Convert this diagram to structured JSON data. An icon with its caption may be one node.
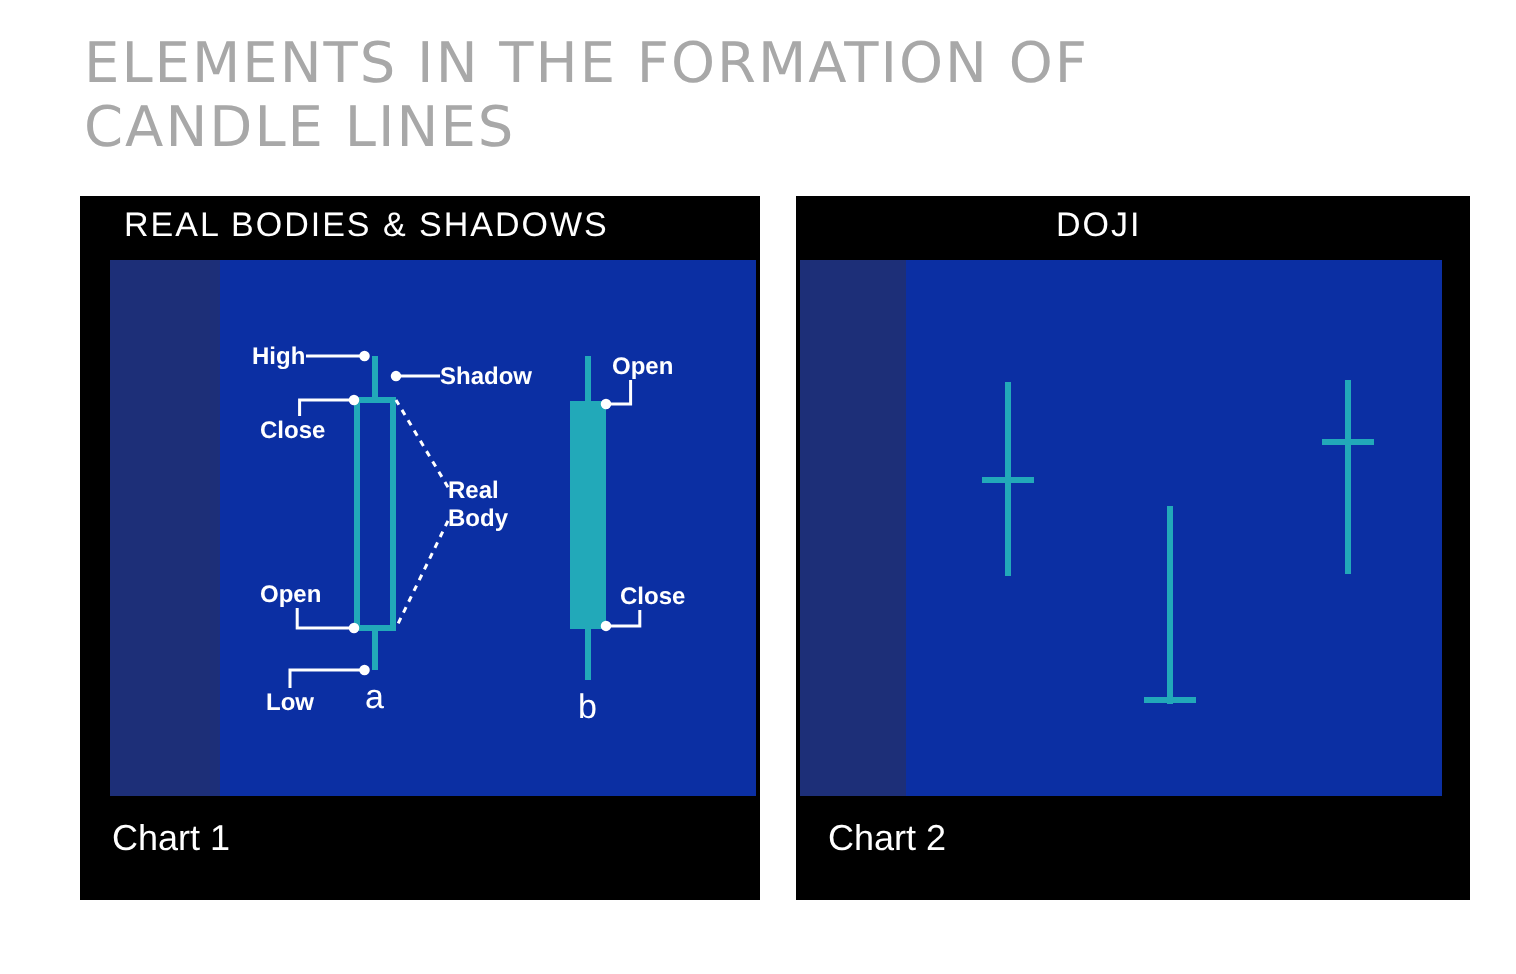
{
  "diagram": {
    "title": "ELEMENTS IN THE FORMATION OF CANDLE LINES",
    "nodes": [
      {
        "text": [
          "REAL BODIES & SHADOWS",
          "Chart 1"
        ]
      },
      {
        "text": [
          "High"
        ],
        "in": 0
      },
      {
        "text": [
          "Shadow"
        ],
        "in": 0
      },
      {
        "text": [
          "Close"
        ],
        "in": 0
      },
      {
        "text": [
          "Open"
        ],
        "in": 0
      },
      {
        "text": [
          "Low"
        ],
        "in": 0
      },
      {
        "text": [
          "Real Body"
        ],
        "in": 0
      },
      {
        "text": [],
        "shape": "bar",
        "in": 0,
        "beside": [
          "a"
        ]
      },
      {
        "text": [
          "Open"
        ],
        "in": 0
      },
      {
        "text": [
          "Close"
        ],
        "in": 0
      },
      {
        "text": [],
        "shape": "bar",
        "in": 0,
        "beside": [
          "b"
        ]
      },
      {
        "text": [
          "DOJI",
          "Chart 2"
        ]
      }
    ],
    "edges": [
      {
        "from": 1,
        "to": 7,
        "arrow": "other"
      },
      {
        "from": 2,
        "to": 7,
        "arrow": "other"
      },
      {
        "from": 3,
        "to": 7,
        "arrow": "other"
      },
      {
        "from": 4,
        "to": 7,
        "arrow": "other"
      },
      {
        "from": 5,
        "to": 7,
        "arrow": "other"
      },
      {
        "from": 6,
        "to": 7,
        "arrow": "none",
        "style": "dashed"
      },
      {
        "from": 6,
        "to": 7,
        "arrow": "none",
        "style": "dashed"
      },
      {
        "from": 8,
        "to": 10,
        "arrow": "other"
      },
      {
        "from": 9,
        "to": 10,
        "arrow": "other"
      }
    ]
  }
}
